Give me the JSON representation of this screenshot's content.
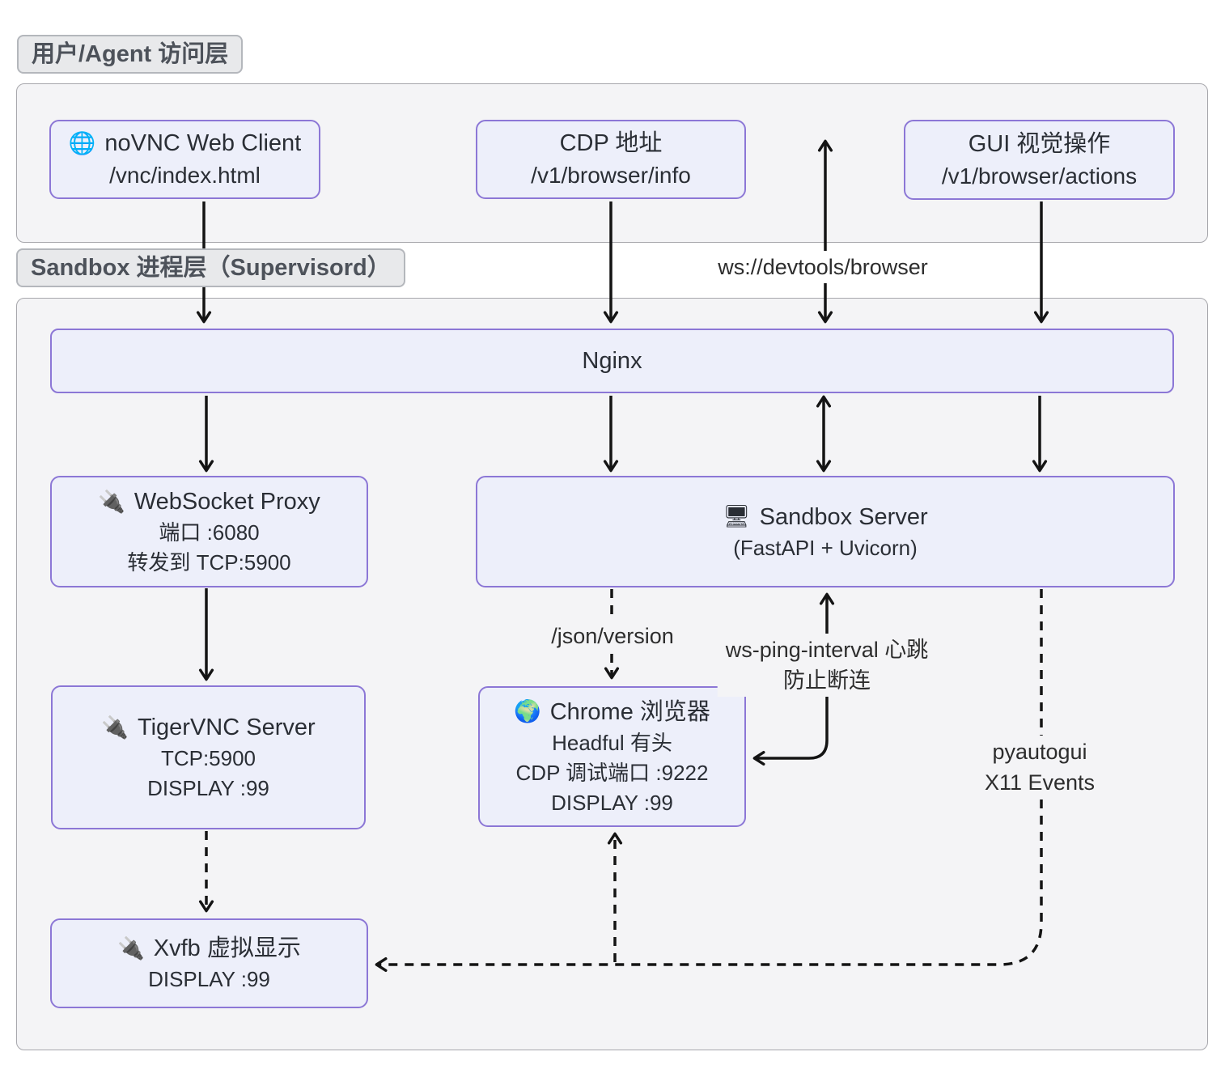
{
  "layers": {
    "access_label": "用户/Agent 访问层",
    "sandbox_label": "Sandbox 进程层（Supervisord）"
  },
  "nodes": {
    "novnc": {
      "icon": "🌐",
      "title": "noVNC Web Client",
      "lines": [
        "/vnc/index.html"
      ]
    },
    "cdp": {
      "title": "CDP 地址",
      "lines": [
        "/v1/browser/info"
      ]
    },
    "gui": {
      "title": "GUI 视觉操作",
      "lines": [
        "/v1/browser/actions"
      ]
    },
    "nginx": {
      "title": "Nginx"
    },
    "wsproxy": {
      "icon": "🔌",
      "title": "WebSocket Proxy",
      "lines": [
        "端口 :6080",
        "转发到 TCP:5900"
      ]
    },
    "server": {
      "icon": "🖥",
      "title": "Sandbox Server",
      "lines": [
        "(FastAPI + Uvicorn)"
      ]
    },
    "tigervnc": {
      "icon": "🔌",
      "title": "TigerVNC Server",
      "lines": [
        "TCP:5900",
        "DISPLAY :99"
      ]
    },
    "chrome": {
      "icon": "🌍",
      "title": "Chrome 浏览器",
      "lines": [
        "Headful 有头",
        "CDP 调试端口 :9222",
        "DISPLAY :99"
      ]
    },
    "xvfb": {
      "icon": "🔌",
      "title": "Xvfb 虚拟显示",
      "lines": [
        "DISPLAY :99"
      ]
    }
  },
  "edge_labels": {
    "devtools": "ws://devtools/browser",
    "json_version": "/json/version",
    "ping_line1": "ws-ping-interval 心跳",
    "ping_line2": "防止断连",
    "pyautogui_line1": "pyautogui",
    "pyautogui_line2": "X11 Events"
  },
  "colors": {
    "node_fill": "#edeffa",
    "node_border": "#8c77d6",
    "container_fill": "#f4f4f6",
    "container_border": "#a7a7ac",
    "badge_fill": "#e8e9eb",
    "badge_border": "#b4b7bc",
    "badge_text": "#4d525a",
    "node_text": "#2a2e35",
    "edge": "#141414"
  }
}
